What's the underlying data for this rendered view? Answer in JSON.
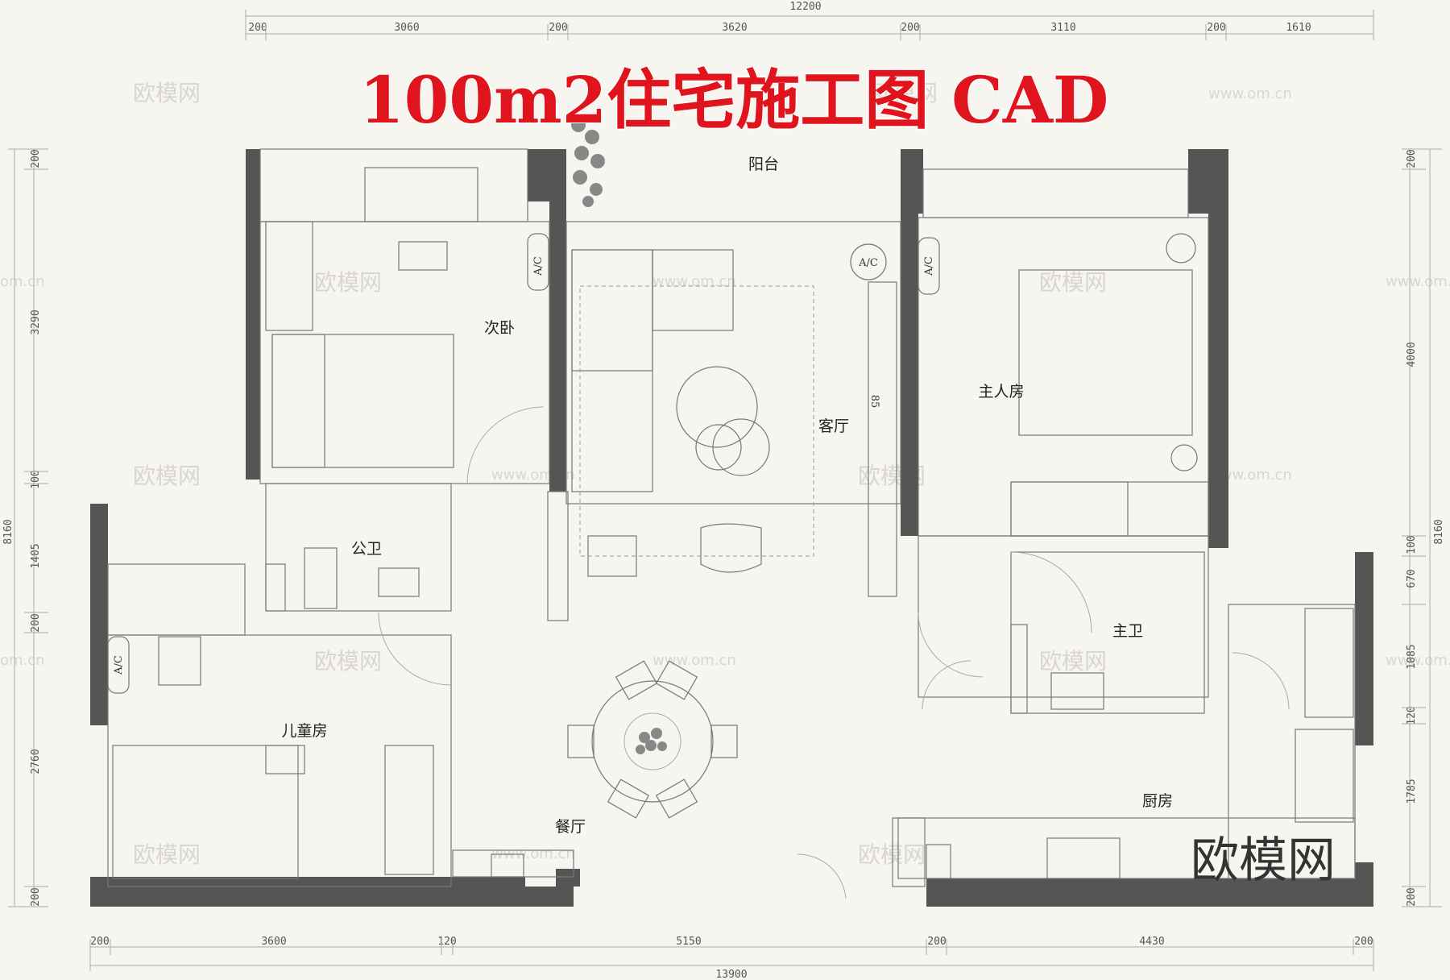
{
  "title": "100m2住宅施工图 CAD",
  "brand": "欧模网",
  "watermark": {
    "text": "欧模网",
    "url": "www.om.cn",
    "url_short": "om.cn"
  },
  "rooms": {
    "balcony": "阳台",
    "second_bedroom": "次卧",
    "living_room": "客厅",
    "master_bedroom": "主人房",
    "public_bathroom": "公卫",
    "master_bathroom": "主卫",
    "kids_room": "儿童房",
    "dining_room": "餐厅",
    "kitchen": "厨房"
  },
  "ac_label": "A/C",
  "dims": {
    "top_total": "12200",
    "top": [
      "200",
      "3060",
      "200",
      "3620",
      "200",
      "3110",
      "200",
      "1610"
    ],
    "bottom_total": "13900",
    "bottom": [
      "200",
      "3600",
      "120",
      "5150",
      "200",
      "4430",
      "200"
    ],
    "left_total": "8160",
    "left": [
      "200",
      "3290",
      "100",
      "1405",
      "200",
      "2760",
      "200"
    ],
    "right_total": "8160",
    "right": [
      "200",
      "4000",
      "100",
      "670",
      "1085",
      "120",
      "1785",
      "200"
    ]
  },
  "misc": {
    "tv_label": "85"
  }
}
